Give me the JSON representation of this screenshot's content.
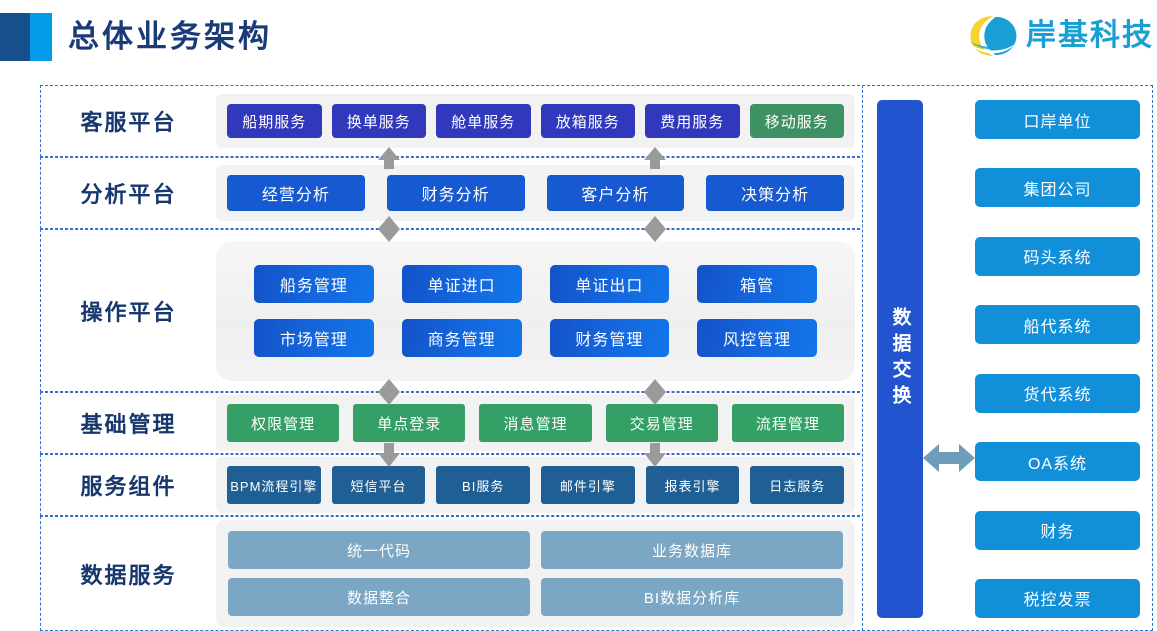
{
  "header": {
    "title": "总体业务架构",
    "logo_text": "岸基科技",
    "logo_icon": "wave-circle-logo-icon",
    "accent_dark": "#174f8c",
    "accent_light": "#049bea",
    "title_color": "#1a3a78",
    "logo_color": "#1a9fd4"
  },
  "sections": [
    {
      "label": "客服平台",
      "items": [
        {
          "label": "船期服务",
          "color": "#3138bb"
        },
        {
          "label": "换单服务",
          "color": "#3138bb"
        },
        {
          "label": "舱单服务",
          "color": "#3138bb"
        },
        {
          "label": "放箱服务",
          "color": "#3138bb"
        },
        {
          "label": "费用服务",
          "color": "#3138bb"
        },
        {
          "label": "移动服务",
          "color": "#3d9163"
        }
      ]
    },
    {
      "label": "分析平台",
      "items": [
        {
          "label": "经营分析",
          "color": "#1659d1"
        },
        {
          "label": "财务分析",
          "color": "#1659d1"
        },
        {
          "label": "客户分析",
          "color": "#1659d1"
        },
        {
          "label": "决策分析",
          "color": "#1659d1"
        }
      ]
    },
    {
      "label": "操作平台",
      "items": [
        {
          "label": "船务管理",
          "color": "#1566dd"
        },
        {
          "label": "单证进口",
          "color": "#1566dd"
        },
        {
          "label": "单证出口",
          "color": "#1566dd"
        },
        {
          "label": "箱管",
          "color": "#1566dd"
        },
        {
          "label": "市场管理",
          "color": "#1566dd"
        },
        {
          "label": "商务管理",
          "color": "#1566dd"
        },
        {
          "label": "财务管理",
          "color": "#1566dd"
        },
        {
          "label": "风控管理",
          "color": "#1566dd"
        }
      ]
    },
    {
      "label": "基础管理",
      "items": [
        {
          "label": "权限管理",
          "color": "#34a065"
        },
        {
          "label": "单点登录",
          "color": "#34a065"
        },
        {
          "label": "消息管理",
          "color": "#34a065"
        },
        {
          "label": "交易管理",
          "color": "#34a065"
        },
        {
          "label": "流程管理",
          "color": "#34a065"
        }
      ]
    },
    {
      "label": "服务组件",
      "items": [
        {
          "label": "BPM流程引擎",
          "color": "#1f5f94"
        },
        {
          "label": "短信平台",
          "color": "#1f5f94"
        },
        {
          "label": "BI服务",
          "color": "#1f5f94"
        },
        {
          "label": "邮件引擎",
          "color": "#1f5f94"
        },
        {
          "label": "报表引擎",
          "color": "#1f5f94"
        },
        {
          "label": "日志服务",
          "color": "#1f5f94"
        }
      ]
    },
    {
      "label": "数据服务",
      "items": [
        {
          "label": "统一代码",
          "color": "#7ba7c4"
        },
        {
          "label": "业务数据库",
          "color": "#7ba7c4"
        },
        {
          "label": "数据整合",
          "color": "#7ba7c4"
        },
        {
          "label": "BI数据分析库",
          "color": "#7ba7c4"
        }
      ]
    }
  ],
  "exchange": {
    "label": "数据交换",
    "color": "#2354cf",
    "arrow_icon": "double-headed-arrow-icon",
    "arrow_color": "#6f9cb8"
  },
  "external_systems": [
    {
      "label": "口岸单位"
    },
    {
      "label": "集团公司"
    },
    {
      "label": "码头系统"
    },
    {
      "label": "船代系统"
    },
    {
      "label": "货代系统"
    },
    {
      "label": "OA系统"
    },
    {
      "label": "财务"
    },
    {
      "label": "税控发票"
    }
  ],
  "connectors": {
    "arrow_color": "#9a9a9a",
    "icon": "vertical-flow-arrow-icon"
  }
}
